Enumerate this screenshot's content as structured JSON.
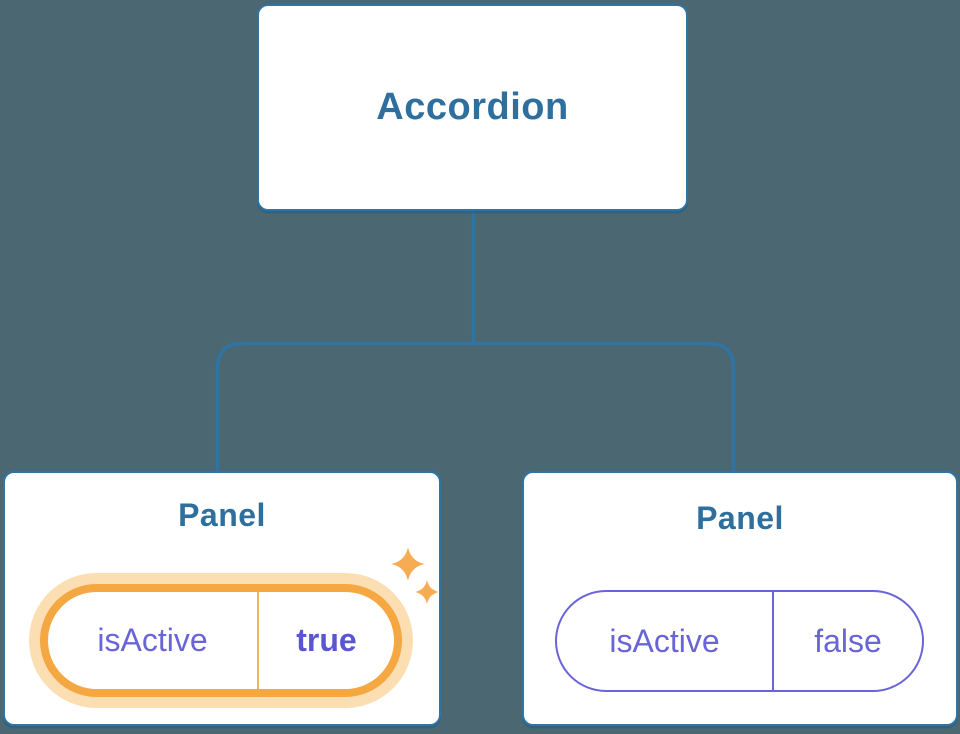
{
  "colors": {
    "bg": "#4B6771",
    "line": "#2E75A6",
    "node-bg": "#FFFFFF",
    "title": "#2F6F9D",
    "orange": "#F5A742",
    "orange-glow": "#FBDFB2",
    "orange-divider": "#F5B158",
    "sparkle": "#F6AC52",
    "purple": "#6965D9",
    "purple-bold": "#5A55D1"
  },
  "icons": {
    "active_highlight": "sparkles"
  },
  "tree": {
    "root": {
      "label": "Accordion"
    },
    "children": [
      {
        "title": "Panel",
        "highlighted": true,
        "state": {
          "key": "isActive",
          "value": "true"
        }
      },
      {
        "title": "Panel",
        "highlighted": false,
        "state": {
          "key": "isActive",
          "value": "false"
        }
      }
    ]
  }
}
